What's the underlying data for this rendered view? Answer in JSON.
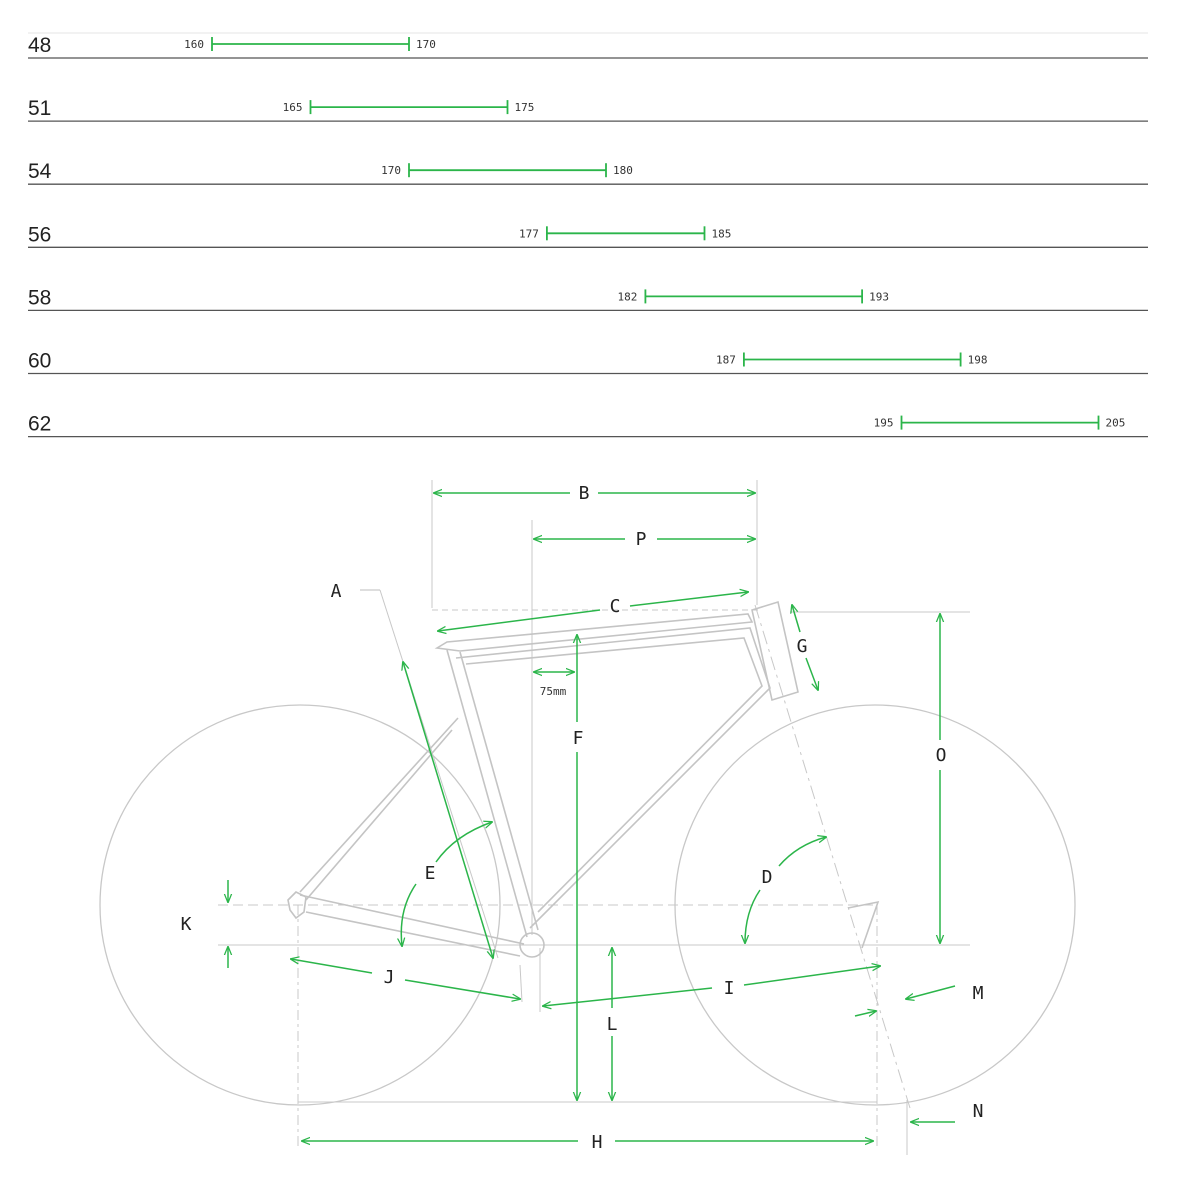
{
  "size_chart": {
    "rows": [
      {
        "size": "48",
        "min": 160,
        "max": 170,
        "min_label": "160",
        "max_label": "170"
      },
      {
        "size": "51",
        "min": 165,
        "max": 175,
        "min_label": "165",
        "max_label": "175"
      },
      {
        "size": "54",
        "min": 170,
        "max": 180,
        "min_label": "170",
        "max_label": "180"
      },
      {
        "size": "56",
        "min": 177,
        "max": 185,
        "min_label": "177",
        "max_label": "185"
      },
      {
        "size": "58",
        "min": 182,
        "max": 193,
        "min_label": "182",
        "max_label": "193"
      },
      {
        "size": "60",
        "min": 187,
        "max": 198,
        "min_label": "187",
        "max_label": "198"
      },
      {
        "size": "62",
        "min": 195,
        "max": 205,
        "min_label": "195",
        "max_label": "205"
      }
    ]
  },
  "geometry": {
    "labels": {
      "A": "A",
      "B": "B",
      "C": "C",
      "D": "D",
      "E": "E",
      "F": "F",
      "G": "G",
      "H": "H",
      "I": "I",
      "J": "J",
      "K": "K",
      "L": "L",
      "M": "M",
      "N": "N",
      "O": "O",
      "P": "P"
    },
    "offset_label": "75mm"
  },
  "colors": {
    "accent": "#2bb54a",
    "frame": "#c4c4c4",
    "divider": "#555555",
    "text": "#222222"
  }
}
